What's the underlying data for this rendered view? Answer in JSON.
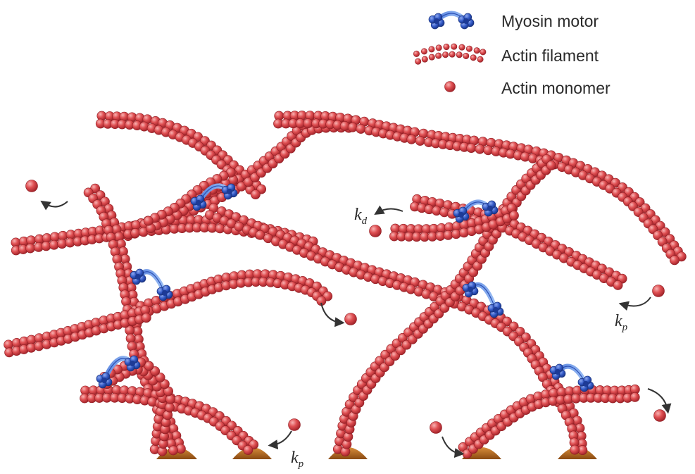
{
  "legend": {
    "items": [
      {
        "key": "myosin",
        "label": "Myosin motor",
        "icon": "myosin-motor-icon"
      },
      {
        "key": "filament",
        "label": "Actin filament",
        "icon": "actin-filament-icon"
      },
      {
        "key": "monomer",
        "label": "Actin monomer",
        "icon": "actin-monomer-icon"
      }
    ]
  },
  "rates": {
    "depolymerization": {
      "base": "k",
      "sub": "d"
    },
    "polymerization": {
      "base": "k",
      "sub": "p"
    }
  },
  "colors": {
    "actin": "#d9474b",
    "actin_highlight": "#f5a3a3",
    "actin_dark": "#8f1c22",
    "myosin": "#2a4fb5",
    "myosin_dark": "#152e78",
    "anchor": "#b86b24",
    "arrow": "#333333"
  }
}
